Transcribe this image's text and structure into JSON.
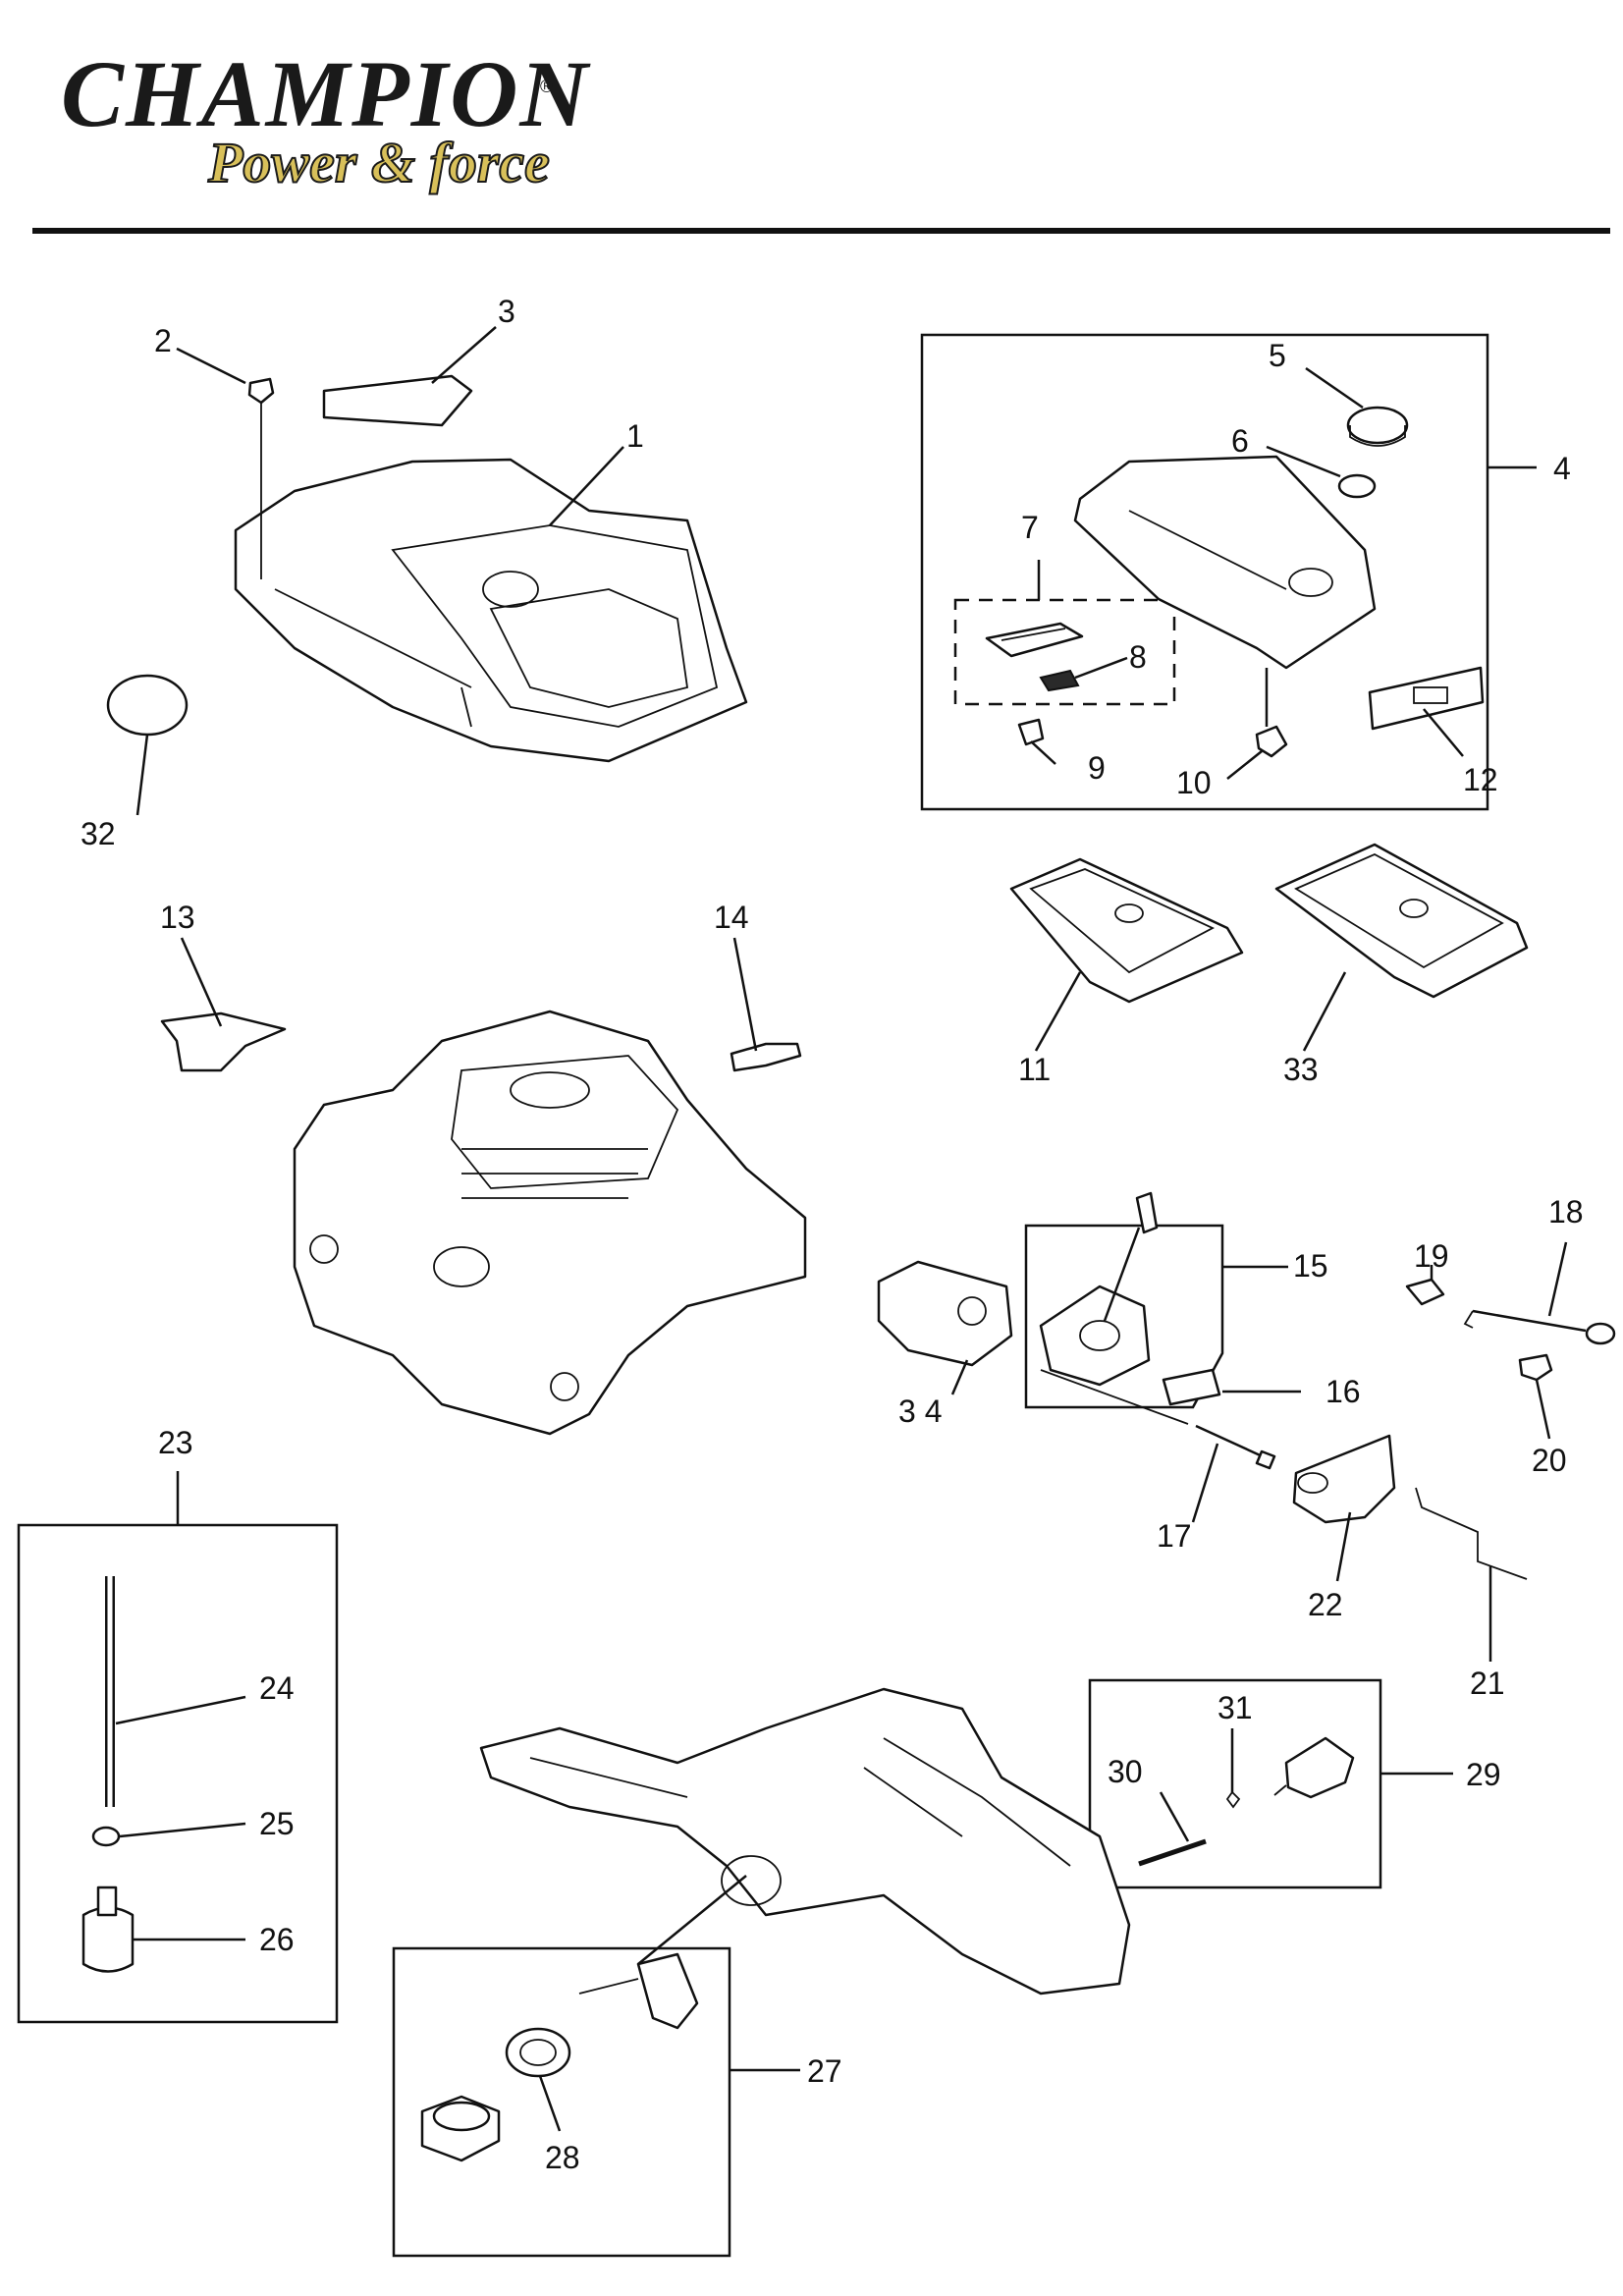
{
  "brand": {
    "name": "CHAMPION",
    "registered": "®",
    "tagline": "Power & force"
  },
  "labels": {
    "p1": "1",
    "p2": "2",
    "p3": "3",
    "p4": "4",
    "p5": "5",
    "p6": "6",
    "p7": "7",
    "p8": "8",
    "p9": "9",
    "p10": "10",
    "p11": "11",
    "p12": "12",
    "p13": "13",
    "p14": "14",
    "p15": "15",
    "p16": "16",
    "p17": "17",
    "p18": "18",
    "p19": "19",
    "p20": "20",
    "p21": "21",
    "p22": "22",
    "p23": "23",
    "p24": "24",
    "p25": "25",
    "p26": "26",
    "p27": "27",
    "p28": "28",
    "p29": "29",
    "p30": "30",
    "p31": "31",
    "p32": "32",
    "p33": "33",
    "p34": "3 4"
  }
}
